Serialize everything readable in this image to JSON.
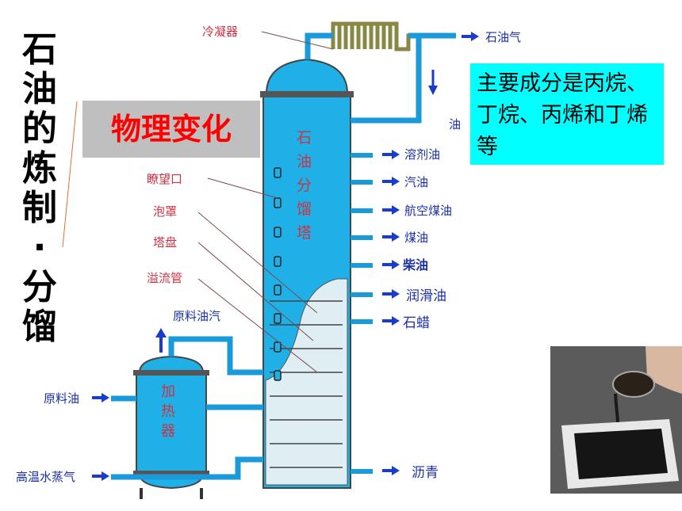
{
  "title_chars": [
    "石",
    "油",
    "的",
    "炼",
    "制",
    "·",
    "分",
    "馏"
  ],
  "physical_change": "物理变化",
  "info_box": "主要成分是丙烷、丁烷、丙烯和丁烯等",
  "tower_label": "石油分馏塔",
  "heater_label": "加热器",
  "part_labels": {
    "condenser": "冷凝器",
    "window": "瞭望口",
    "bubble_cap": "泡罩",
    "tray": "塔盘",
    "downcomer": "溢流管"
  },
  "inputs": {
    "crude_vapor": "原料油汽",
    "crude_oil": "原料油",
    "steam": "高温水蒸气"
  },
  "outputs": [
    "石油气",
    "溶剂油",
    "汽油",
    "航空煤油",
    "煤油",
    "柴油",
    "润滑油",
    "石蜡",
    "沥青"
  ],
  "partial_label": "油",
  "colors": {
    "tower": "#1fb0e8",
    "pipe": "#1a9ad8",
    "label_red": "#cc3344",
    "arrow": "#1a3ccc",
    "text_blue": "#1a2fa8"
  }
}
